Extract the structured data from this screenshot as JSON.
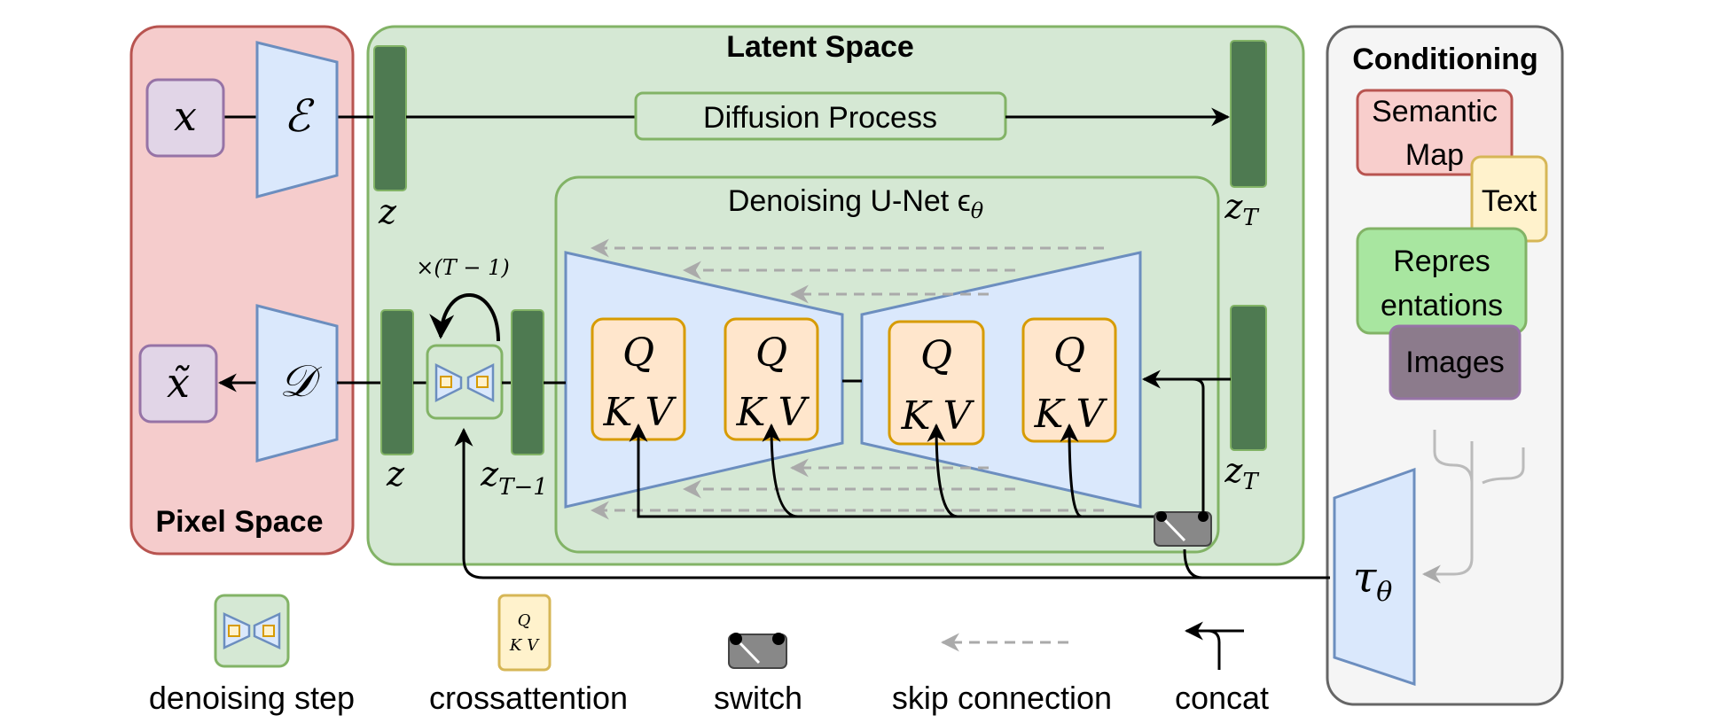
{
  "panels": {
    "pixel_space": "Pixel Space",
    "latent_space": "Latent Space",
    "conditioning": "Conditioning"
  },
  "nodes": {
    "x": "x",
    "encoder": "ℰ",
    "x_tilde": "x̃",
    "decoder": "𝒟",
    "z_top": "z",
    "z_bottom": "z",
    "z_T_top": "zT",
    "z_T_bottom": "zT",
    "z_T_minus_1": "zT−1",
    "diffusion_process": "Diffusion Process",
    "unet_title": "Denoising U-Net εθ",
    "repeat_label": "×(T − 1)",
    "tau": "τθ"
  },
  "attention_blocks": [
    {
      "q": "Q",
      "kv": "K V"
    },
    {
      "q": "Q",
      "kv": "K V"
    },
    {
      "q": "Q",
      "kv": "K V"
    },
    {
      "q": "Q",
      "kv": "K V"
    }
  ],
  "conditioning_items": [
    {
      "label_line1": "Semantic",
      "label_line2": "Map"
    },
    {
      "label_line1": "Text",
      "label_line2": ""
    },
    {
      "label_line1": "Repres",
      "label_line2": "entations"
    },
    {
      "label_line1": "Images",
      "label_line2": ""
    }
  ],
  "legend": {
    "denoising_step": "denoising step",
    "crossattention": "crossattention",
    "crossattention_icon_q": "Q",
    "crossattention_icon_kv": "K V",
    "switch": "switch",
    "skip_connection": "skip connection",
    "concat": "concat"
  },
  "colors": {
    "pixel_bg": "#f5cccc",
    "pixel_border": "#b85450",
    "latent_bg": "#d5e8d4",
    "latent_border": "#82b366",
    "cond_bg": "#f5f5f5",
    "cond_border": "#666666",
    "dark_green": "#4e7a51",
    "blue_fill": "#dae8fc",
    "blue_border": "#6c8ebf",
    "orange_fill": "#ffe6cc",
    "orange_border": "#d79b00",
    "purple_fill": "#e1d5e7",
    "purple_border": "#9673a6",
    "yellow_fill": "#fff2cc",
    "yellow_border": "#d6b656",
    "bright_green_fill": "#a8e6a0",
    "gray_fill": "#8c7b8c",
    "gray_border": "#9673a6"
  }
}
